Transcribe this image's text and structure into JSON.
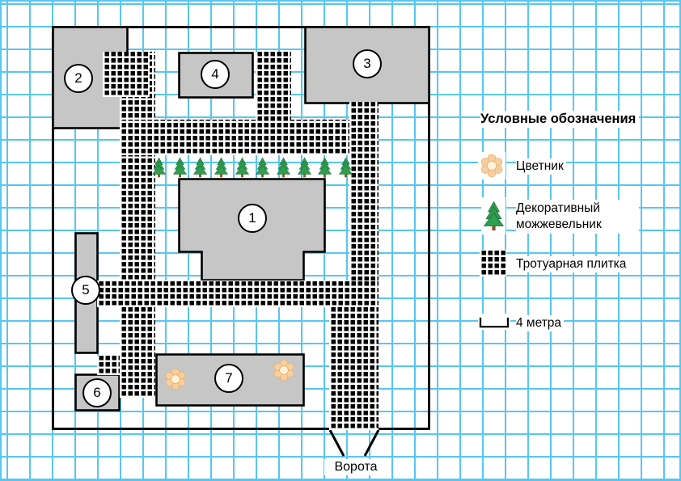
{
  "plan": {
    "buildings": [
      {
        "number": "1"
      },
      {
        "number": "2"
      },
      {
        "number": "3"
      },
      {
        "number": "4"
      },
      {
        "number": "5"
      },
      {
        "number": "6"
      },
      {
        "number": "7"
      }
    ],
    "juniper_count": 10,
    "flower_count": 2,
    "gate_label": "Ворота"
  },
  "legend": {
    "title": "Условные обозначения",
    "items": [
      {
        "icon": "flower-icon",
        "label": "Цветник"
      },
      {
        "icon": "juniper-icon",
        "label": "Декоративный можжевельник"
      },
      {
        "icon": "paving-icon",
        "label": "Тротуарная плитка"
      },
      {
        "icon": "scale-icon",
        "label": "4 метра"
      }
    ]
  },
  "colors": {
    "grid_line": "#57c6f2",
    "building_fill": "#c6c6c6",
    "outline": "#000000",
    "juniper_green": "#2f9e4f",
    "trunk_brown": "#8a5a2b",
    "flower_petal": "#f7cf9e",
    "flower_center": "#fdf2d8"
  }
}
